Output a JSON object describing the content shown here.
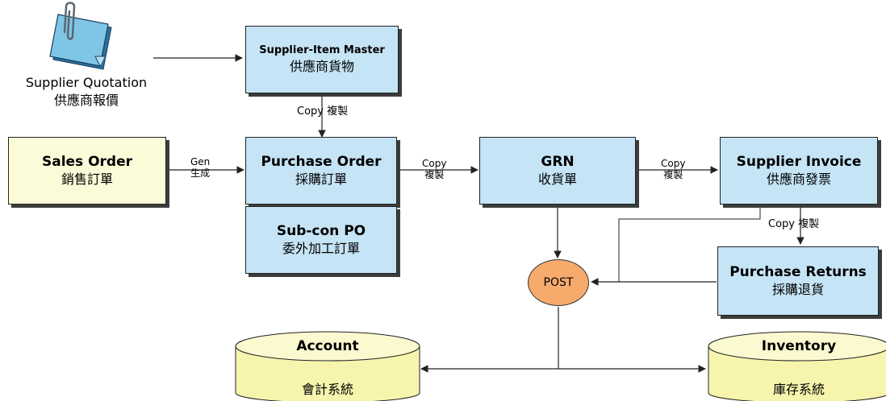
{
  "supplier_quotation": {
    "en": "Supplier Quotation",
    "zh": "供應商報價"
  },
  "supplier_item_master": {
    "en": "Supplier-Item Master",
    "zh": "供應商貨物"
  },
  "sales_order": {
    "en": "Sales Order",
    "zh": "銷售訂單"
  },
  "purchase_order": {
    "en": "Purchase Order",
    "zh": "採購訂單"
  },
  "subcon_po": {
    "en": "Sub-con PO",
    "zh": "委外加工訂單"
  },
  "grn": {
    "en": "GRN",
    "zh": "收貨單"
  },
  "supplier_invoice": {
    "en": "Supplier Invoice",
    "zh": "供應商發票"
  },
  "purchase_returns": {
    "en": "Purchase Returns",
    "zh": "採購退貨"
  },
  "post": "POST",
  "account": {
    "en": "Account",
    "zh": "會計系統"
  },
  "inventory": {
    "en": "Inventory",
    "zh": "庫存系統"
  },
  "labels": {
    "copy_master": "Copy 複製",
    "gen_en": "Gen",
    "gen_zh": "生成",
    "copy_po_en": "Copy",
    "copy_po_zh": "複製",
    "copy_grn_en": "Copy",
    "copy_grn_zh": "複製",
    "copy_invoice": "Copy 複製"
  },
  "colors": {
    "box_blue": "#c5e4f5",
    "box_yellow": "#fbfbd8",
    "post_orange": "#f6aa6c",
    "db_yellow": "#f7f4ae",
    "clip_blue": "#7fc6e6"
  }
}
